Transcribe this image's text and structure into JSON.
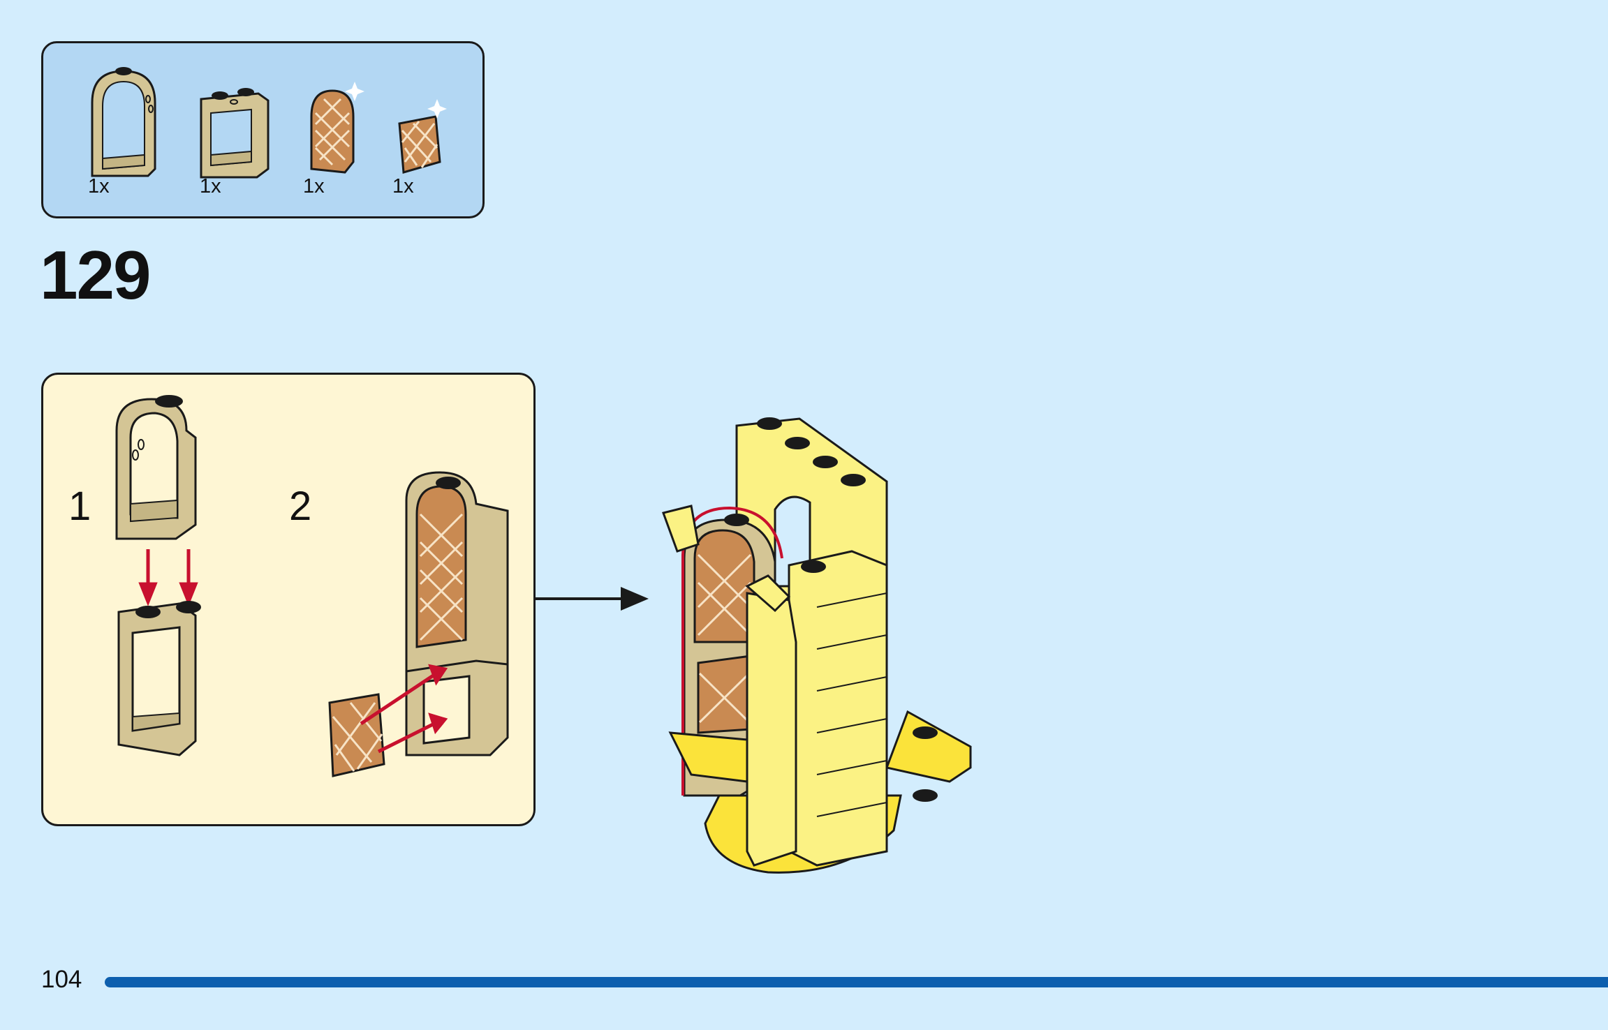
{
  "parts_list": {
    "items": [
      {
        "name": "tan-arched-window-frame",
        "quantity": "1x"
      },
      {
        "name": "tan-window-frame",
        "quantity": "1x"
      },
      {
        "name": "copper-arched-lattice-pane",
        "quantity": "1x"
      },
      {
        "name": "copper-square-lattice-pane",
        "quantity": "1x"
      }
    ]
  },
  "step": {
    "number": "129"
  },
  "callout": {
    "substeps": [
      "1",
      "2"
    ]
  },
  "footer": {
    "page_number": "104"
  },
  "colors": {
    "background": "#d3edfd",
    "parts_box": "#b3d7f3",
    "callout_box": "#fef6d4",
    "tan_brick": "#d4c595",
    "lattice": "#c98a52",
    "yellow_brick": "#fbf284",
    "arrow_red": "#c8102e",
    "progress_bar": "#0d5fae"
  }
}
